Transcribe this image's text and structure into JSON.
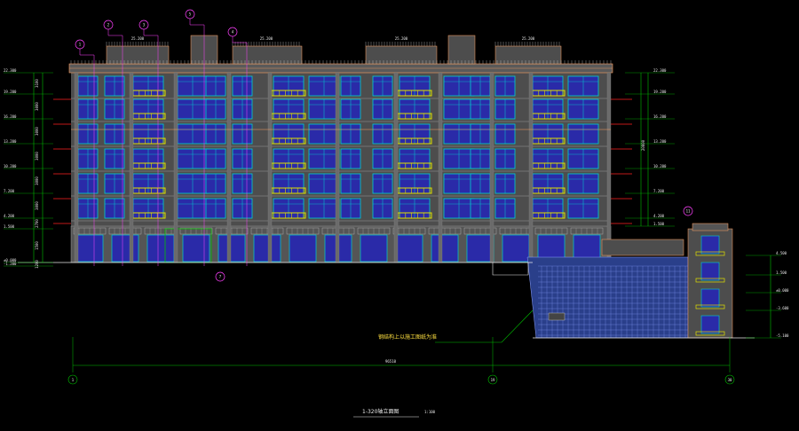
{
  "colors": {
    "background": "#000000",
    "wall": "#4d4d4d",
    "window_frame": "#00d0d0",
    "glass": "#2a2aa8",
    "balcony": "#e0e000",
    "dim_line": "#00c000",
    "grid_line": "#ff2020",
    "text": "#e8e8e8",
    "callout": "#ff40ff",
    "ornament": "#ffa060",
    "curtain_wall": "#2050c0"
  },
  "drawing": {
    "title": "1-320轴立面图",
    "scale": "1:100",
    "annotation_note": "钢结构上以施工图纸为准"
  },
  "axes": [
    {
      "label": "1"
    },
    {
      "label": "19"
    },
    {
      "label": "30"
    }
  ],
  "overall_dimension": "96510",
  "elevation_marks_left": [
    "22.300",
    "19.200",
    "16.200",
    "13.200",
    "10.200",
    "7.200",
    "4.200",
    "1.500",
    "±0.000",
    "-1.200"
  ],
  "elevation_marks_right": [
    "22.300",
    "19.200",
    "16.200",
    "13.200",
    "10.200",
    "7.200",
    "4.200",
    "1.500"
  ],
  "annex_elevations": [
    "4.500",
    "1.500",
    "±0.000",
    "-3.600",
    "-5.100"
  ],
  "roof_marks": [
    "25.200",
    "25.200",
    "25.200",
    "25.200"
  ],
  "callouts": [
    "1",
    "2",
    "3",
    "5",
    "4",
    "7",
    "11"
  ],
  "floor_heights_left": [
    "3100",
    "3000",
    "3000",
    "3000",
    "3000",
    "3000",
    "2700",
    "1500",
    "1200"
  ],
  "right_total": "20800"
}
